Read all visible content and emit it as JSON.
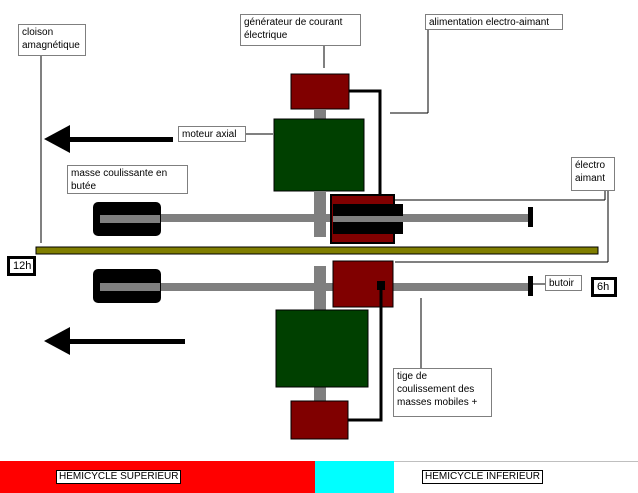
{
  "labels": {
    "cloison": "cloison\namagnétique",
    "generateur": "générateur de courant\nélectrique",
    "alimentation": "alimentation electro-aimant",
    "moteur": "moteur axial",
    "masse": "masse coulissante en\nbutée",
    "electro": "électro\naimant",
    "h12": "12h",
    "h6": "6h",
    "butoir": "butoir",
    "tige": "tige de\ncoulissement des\nmasses mobiles +"
  },
  "bottom_bar": {
    "superieur": "HEMICYCLE SUPERIEUR",
    "inferieur": "HEMICYCLE INFERIEUR"
  },
  "colors": {
    "dark_red": "#800000",
    "dark_green": "#004000",
    "gray": "#7f7f7f",
    "olive": "#807e00",
    "red": "#ff0000",
    "cyan": "#00ffff"
  }
}
